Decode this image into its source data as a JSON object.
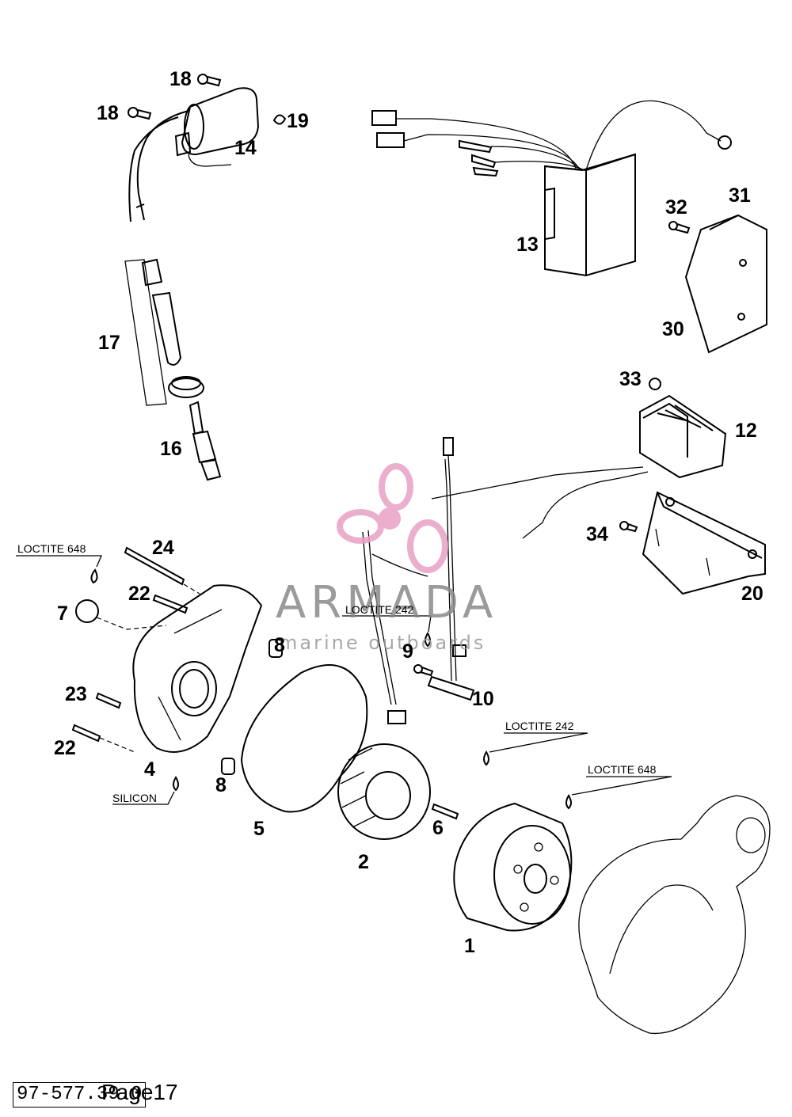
{
  "labels": {
    "p1": "1",
    "p2": "2",
    "p4": "4",
    "p5": "5",
    "p6": "6",
    "p7": "7",
    "p8a": "8",
    "p8b": "8",
    "p9": "9",
    "p10": "10",
    "p12": "12",
    "p13": "13",
    "p14": "14",
    "p16": "16",
    "p17": "17",
    "p18a": "18",
    "p18b": "18",
    "p19": "19",
    "p20": "20",
    "p22a": "22",
    "p22b": "22",
    "p23": "23",
    "p24": "24",
    "p30": "30",
    "p31": "31",
    "p32": "32",
    "p33": "33",
    "p34": "34"
  },
  "notes": {
    "loctite_648_left": "LOCTITE 648",
    "loctite_242_center": "LOCTITE 242",
    "loctite_242_right": "LOCTITE 242",
    "loctite_648_right": "LOCTITE 648",
    "silicon": "SILICON"
  },
  "watermark": {
    "title": "ARMADA",
    "subtitle": "marine outboards",
    "logo_color": "#e8a0c4"
  },
  "footer": {
    "code": "97-577.39.0",
    "page": "Page17"
  }
}
